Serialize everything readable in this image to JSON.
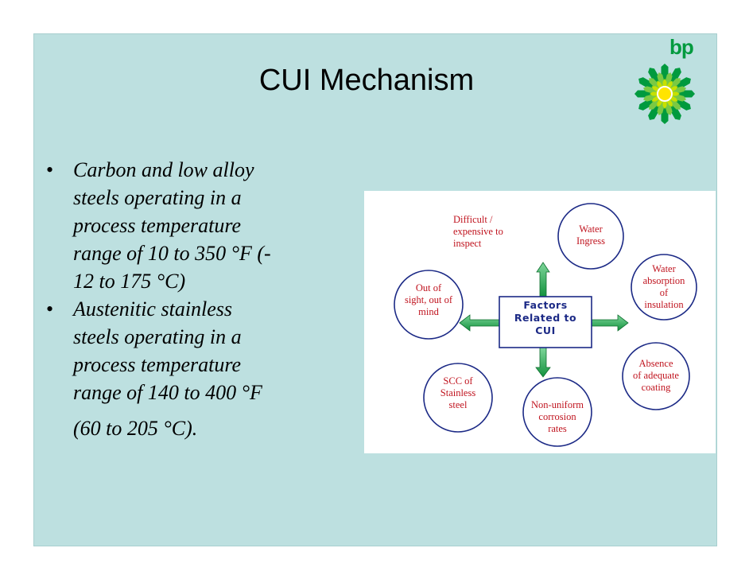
{
  "slide": {
    "title": "CUI Mechanism",
    "logo_text": "bp",
    "logo_icon": "bp-helios-sunburst-icon",
    "colors": {
      "background": "#bde0e0",
      "title": "#000000",
      "node_text": "#c0141f",
      "center_text": "#1c2a86",
      "arrow": "#1aa84a",
      "circle": "#1c2a86",
      "logo_green": "#009a3e",
      "logo_yellow": "#ffe400"
    }
  },
  "bullets": [
    {
      "lines": [
        "Carbon and low alloy",
        "steels operating in a",
        "process temperature",
        "range of 10 to 350 °F (-",
        "12 to 175 °C)"
      ]
    },
    {
      "lines": [
        "Austenitic stainless",
        "steels operating in a",
        "process temperature",
        "range of 140 to 400 °F",
        "(60 to 205 °C)."
      ]
    }
  ],
  "diagram": {
    "center": [
      "Factors",
      "Related to",
      "CUI"
    ],
    "nodes": {
      "top_left": [
        "Difficult /",
        "expensive to",
        "inspect"
      ],
      "top_right": [
        "Water",
        "Ingress"
      ],
      "left": [
        "Out of",
        "sight, out of",
        "mind"
      ],
      "right": [
        "Water",
        "absorption",
        "of",
        "insulation"
      ],
      "bottom_left": [
        "SCC of",
        "Stainless",
        "steel"
      ],
      "bottom_center": [
        "Non-uniform",
        "corrosion",
        "rates"
      ],
      "bottom_right": [
        "Absence",
        "of adequate",
        "coating"
      ]
    }
  }
}
